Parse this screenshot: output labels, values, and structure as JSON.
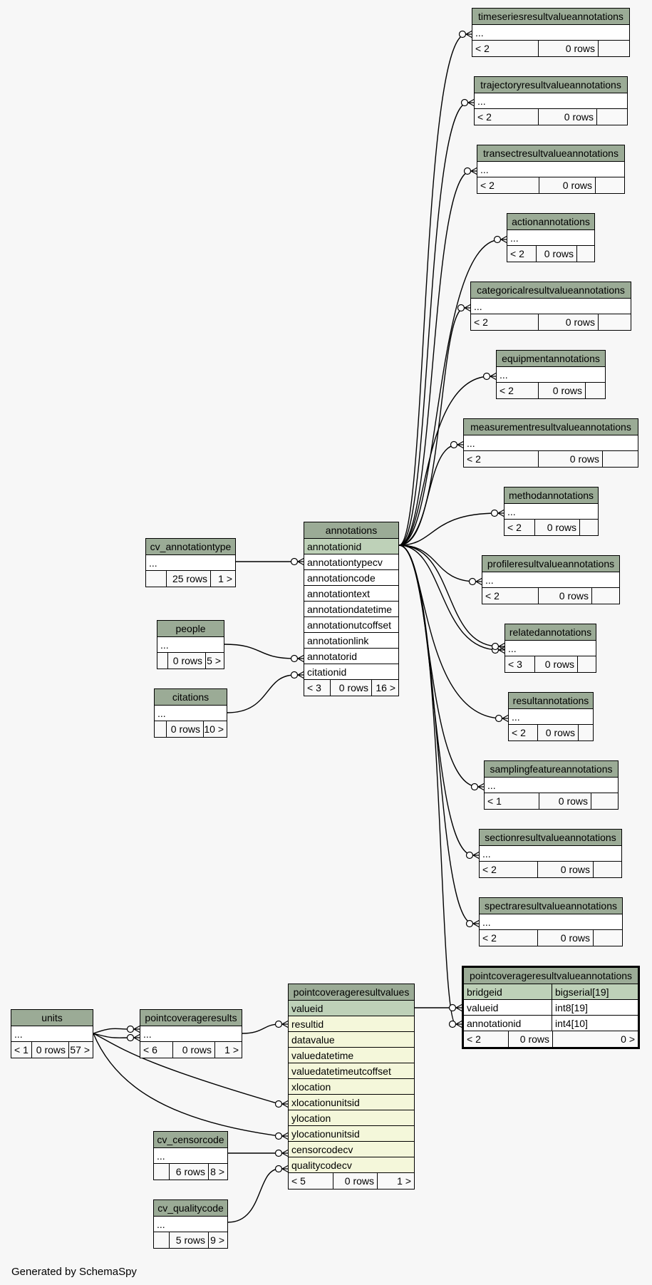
{
  "focus_table": {
    "name": "pointcoverageresultvalueannotations",
    "columns": [
      {
        "name": "bridgeid",
        "type": "bigserial[19]"
      },
      {
        "name": "valueid",
        "type": "int8[19]"
      },
      {
        "name": "annotationid",
        "type": "int4[10]"
      }
    ],
    "footer": {
      "parents": "< 2",
      "rows": "0 rows",
      "children": "0 >"
    }
  },
  "annotations": {
    "name": "annotations",
    "columns": [
      "annotationid",
      "annotationtypecv",
      "annotationcode",
      "annotationtext",
      "annotationdatetime",
      "annotationutcoffset",
      "annotationlink",
      "annotatorid",
      "citationid"
    ],
    "footer": {
      "parents": "< 3",
      "rows": "0 rows",
      "children": "16 >"
    }
  },
  "pointcoverageresultvalues": {
    "name": "pointcoverageresultvalues",
    "columns": [
      "valueid",
      "resultid",
      "datavalue",
      "valuedatetime",
      "valuedatetimeutcoffset",
      "xlocation",
      "xlocationunitsid",
      "ylocation",
      "ylocationunitsid",
      "censorcodecv",
      "qualitycodecv"
    ],
    "footer": {
      "parents": "< 5",
      "rows": "0 rows",
      "children": "1 >"
    }
  },
  "collapsed_tables": [
    {
      "name": "timeseriesresultvalueannotations",
      "body": "...",
      "parents": "< 2",
      "rows": "0 rows",
      "children": ""
    },
    {
      "name": "trajectoryresultvalueannotations",
      "body": "...",
      "parents": "< 2",
      "rows": "0 rows",
      "children": ""
    },
    {
      "name": "transectresultvalueannotations",
      "body": "...",
      "parents": "< 2",
      "rows": "0 rows",
      "children": ""
    },
    {
      "name": "actionannotations",
      "body": "...",
      "parents": "< 2",
      "rows": "0 rows",
      "children": ""
    },
    {
      "name": "categoricalresultvalueannotations",
      "body": "...",
      "parents": "< 2",
      "rows": "0 rows",
      "children": ""
    },
    {
      "name": "equipmentannotations",
      "body": "...",
      "parents": "< 2",
      "rows": "0 rows",
      "children": ""
    },
    {
      "name": "measurementresultvalueannotations",
      "body": "...",
      "parents": "< 2",
      "rows": "0 rows",
      "children": ""
    },
    {
      "name": "methodannotations",
      "body": "...",
      "parents": "< 2",
      "rows": "0 rows",
      "children": ""
    },
    {
      "name": "profileresultvalueannotations",
      "body": "...",
      "parents": "< 2",
      "rows": "0 rows",
      "children": ""
    },
    {
      "name": "relatedannotations",
      "body": "...",
      "parents": "< 3",
      "rows": "0 rows",
      "children": ""
    },
    {
      "name": "resultannotations",
      "body": "...",
      "parents": "< 2",
      "rows": "0 rows",
      "children": ""
    },
    {
      "name": "samplingfeatureannotations",
      "body": "...",
      "parents": "< 1",
      "rows": "0 rows",
      "children": ""
    },
    {
      "name": "sectionresultvalueannotations",
      "body": "...",
      "parents": "< 2",
      "rows": "0 rows",
      "children": ""
    },
    {
      "name": "spectraresultvalueannotations",
      "body": "...",
      "parents": "< 2",
      "rows": "0 rows",
      "children": ""
    },
    {
      "name": "cv_annotationtype",
      "body": "...",
      "parents": "",
      "rows": "25 rows",
      "children": "1 >"
    },
    {
      "name": "people",
      "body": "...",
      "parents": "",
      "rows": "0 rows",
      "children": "5 >"
    },
    {
      "name": "citations",
      "body": "...",
      "parents": "",
      "rows": "0 rows",
      "children": "10 >"
    },
    {
      "name": "units",
      "body": "...",
      "parents": "< 1",
      "rows": "0 rows",
      "children": "57 >"
    },
    {
      "name": "pointcoverageresults",
      "body": "...",
      "parents": "< 6",
      "rows": "0 rows",
      "children": "1 >"
    },
    {
      "name": "cv_censorcode",
      "body": "...",
      "parents": "",
      "rows": "6 rows",
      "children": "8 >"
    },
    {
      "name": "cv_qualitycode",
      "body": "...",
      "parents": "",
      "rows": "5 rows",
      "children": "9 >"
    }
  ],
  "footer_note": "Generated by SchemaSpy"
}
